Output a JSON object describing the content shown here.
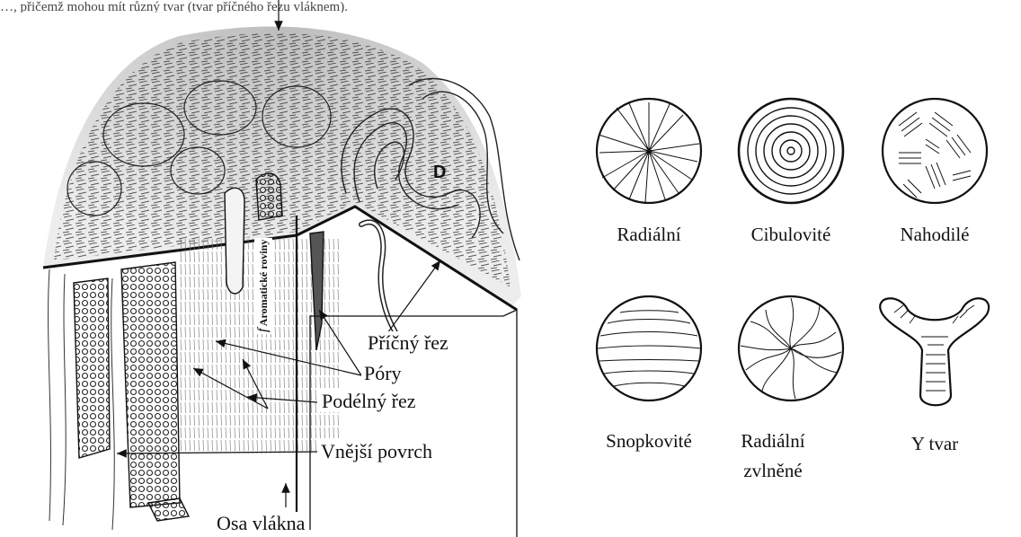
{
  "top_caption": "…, přičemž mohou mít různý tvar (tvar příčného řezu vláknem).",
  "fiber": {
    "region_letter": "D",
    "labels": {
      "aromatic_symbol": "f",
      "aromatic_planes": "Aromatické roviny",
      "cross_section": "Příčný řez",
      "pores": "Póry",
      "longitudinal_section": "Podélný řez",
      "outer_surface": "Vnější povrch",
      "fiber_axis": "Osa vlákna"
    }
  },
  "cross_sections": [
    {
      "id": "radialni",
      "label": "Radiální"
    },
    {
      "id": "cibulovite",
      "label": "Cibulovité"
    },
    {
      "id": "nahodile",
      "label": "Nahodilé"
    },
    {
      "id": "snopkovite",
      "label": "Snopkovité"
    },
    {
      "id": "radialni-zvlnene",
      "label": "Radiální zvlněné"
    },
    {
      "id": "y-tvar",
      "label": "Y tvar"
    }
  ]
}
